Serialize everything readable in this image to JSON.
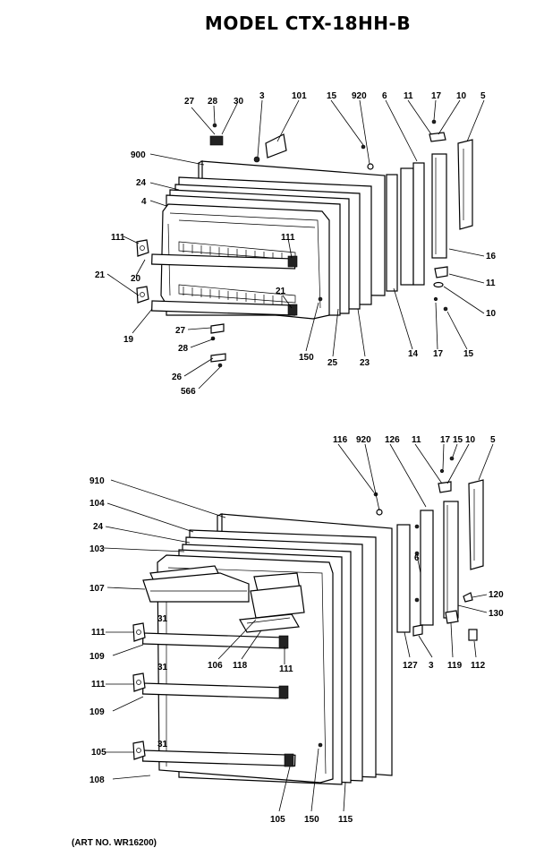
{
  "title": "MODEL CTX-18HH-B",
  "art_number": "(ART NO. WR16200)",
  "upper_diagram": {
    "labels": {
      "p27a": "27",
      "p28a": "28",
      "p30": "30",
      "p3a": "3",
      "p101": "101",
      "p15a": "15",
      "p920a": "920",
      "p6a": "6",
      "p11a": "11",
      "p17a": "17",
      "p10a": "10",
      "p5a": "5",
      "p900": "900",
      "p24a": "24",
      "p4": "4",
      "p111a": "111",
      "p20": "20",
      "p21a": "21",
      "p19": "19",
      "p111b": "111",
      "p21b": "21",
      "p27b": "27",
      "p28b": "28",
      "p26": "26",
      "p566": "566",
      "p150a": "150",
      "p25": "25",
      "p23": "23",
      "p14": "14",
      "p17b": "17",
      "p15b": "15",
      "p16": "16",
      "p11b": "11",
      "p10b": "10"
    }
  },
  "lower_diagram": {
    "labels": {
      "p116": "116",
      "p920b": "920",
      "p126": "126",
      "p11c": "11",
      "p17c": "17",
      "p15c": "15",
      "p10c": "10",
      "p5b": "5",
      "p910": "910",
      "p104": "104",
      "p24b": "24",
      "p103": "103",
      "p107": "107",
      "p111c": "111",
      "p109a": "109",
      "p111d": "111",
      "p109b": "109",
      "p105a": "105",
      "p108": "108",
      "p106": "106",
      "p118": "118",
      "p111e": "111",
      "p6b": "6",
      "p120": "120",
      "p130": "130",
      "p127": "127",
      "p3b": "3",
      "p119": "119",
      "p112": "112",
      "p105b": "105",
      "p150b": "150",
      "p115": "115",
      "p31a": "31",
      "p31b": "31",
      "p31c": "31"
    }
  }
}
